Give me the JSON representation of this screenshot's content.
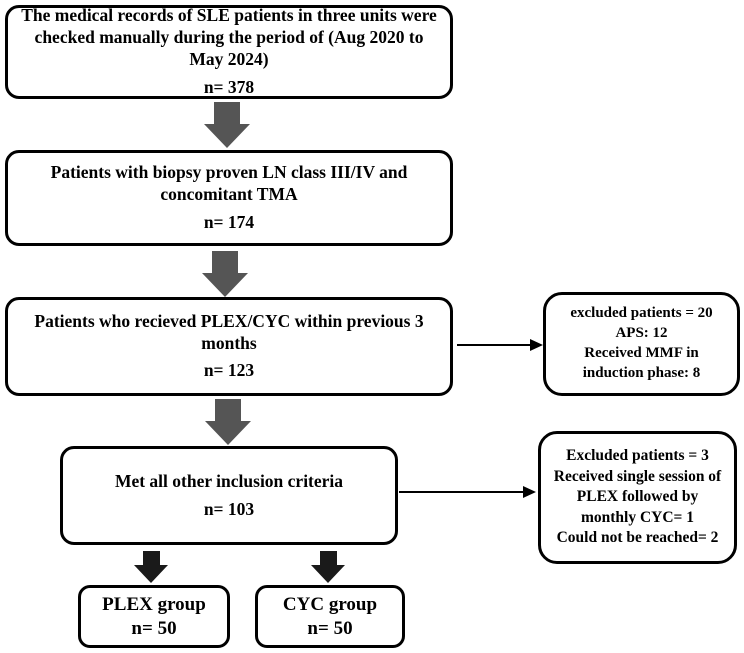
{
  "colors": {
    "background": "#ffffff",
    "box_border": "#000000",
    "text": "#000000",
    "block_arrow_gray": "#555555",
    "block_arrow_black": "#1a1a1a",
    "line_arrow": "#000000"
  },
  "flowchart": {
    "step1": {
      "text": "The medical records of SLE patients in three units were checked manually during the period of (Aug 2020 to May 2024)",
      "count": "n= 378"
    },
    "step2": {
      "text": "Patients with biopsy proven LN class III/IV and concomitant TMA",
      "count": "n= 174"
    },
    "step3": {
      "text": "Patients who recieved PLEX/CYC within previous 3 months",
      "count": "n= 123"
    },
    "step4": {
      "text": "Met all other inclusion criteria",
      "count": "n= 103"
    },
    "exclusion1": {
      "lines": [
        "excluded patients = 20",
        "APS: 12",
        "Received MMF in induction phase: 8"
      ]
    },
    "exclusion2": {
      "lines": [
        "Excluded patients = 3",
        "Received single session of PLEX followed by monthly CYC= 1",
        "Could not be reached= 2"
      ]
    },
    "group_plex": {
      "label": "PLEX group",
      "count": "n= 50"
    },
    "group_cyc": {
      "label": "CYC group",
      "count": "n= 50"
    }
  }
}
